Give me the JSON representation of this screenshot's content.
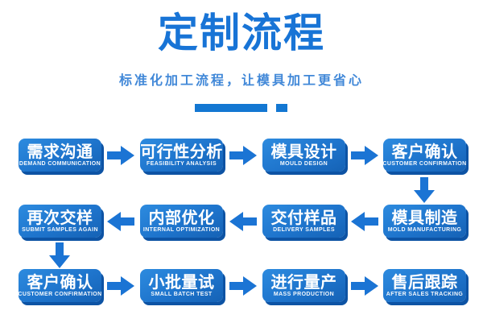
{
  "header": {
    "title": "定制流程",
    "subtitle": "标准化加工流程，让模具加工更省心"
  },
  "colors": {
    "background": "#ffffff",
    "title-blue": "#1874d6",
    "subtitle-blue": "#4188d8",
    "underline-blue": "#1377d2",
    "box-blue-top": "#2d8bdf",
    "box-blue-bottom": "#1562b5",
    "box-shadow-blue": "#0d53a4",
    "arrow-blue": "#1b74d4",
    "box-text": "#ffffff"
  },
  "flow": {
    "rows": [
      {
        "direction": "right",
        "steps": [
          {
            "zh": "需求沟通",
            "en": "DEMAND COMMUNICATION"
          },
          {
            "zh": "可行性分析",
            "en": "FEASIBILITY ANALYSIS"
          },
          {
            "zh": "模具设计",
            "en": "MOULD DESIGN"
          },
          {
            "zh": "客户确认",
            "en": "CUSTOMER CONFIRMATION"
          }
        ]
      },
      {
        "direction": "left",
        "steps": [
          {
            "zh": "再次交样",
            "en": "SUBMIT SAMPLES AGAIN"
          },
          {
            "zh": "内部优化",
            "en": "INTERNAL OPTIMIZATION"
          },
          {
            "zh": "交付样品",
            "en": "DELIVERY SAMPLES"
          },
          {
            "zh": "模具制造",
            "en": "MOLD MANUFACTURING"
          }
        ]
      },
      {
        "direction": "right",
        "steps": [
          {
            "zh": "客户确认",
            "en": "CUSTOMER CONFIRMATION"
          },
          {
            "zh": "小批量试",
            "en": "SMALL BATCH TEST"
          },
          {
            "zh": "进行量产",
            "en": "MASS PRODUCTION"
          },
          {
            "zh": "售后跟踪",
            "en": "AFTER SALES TRACKING"
          }
        ]
      }
    ]
  }
}
